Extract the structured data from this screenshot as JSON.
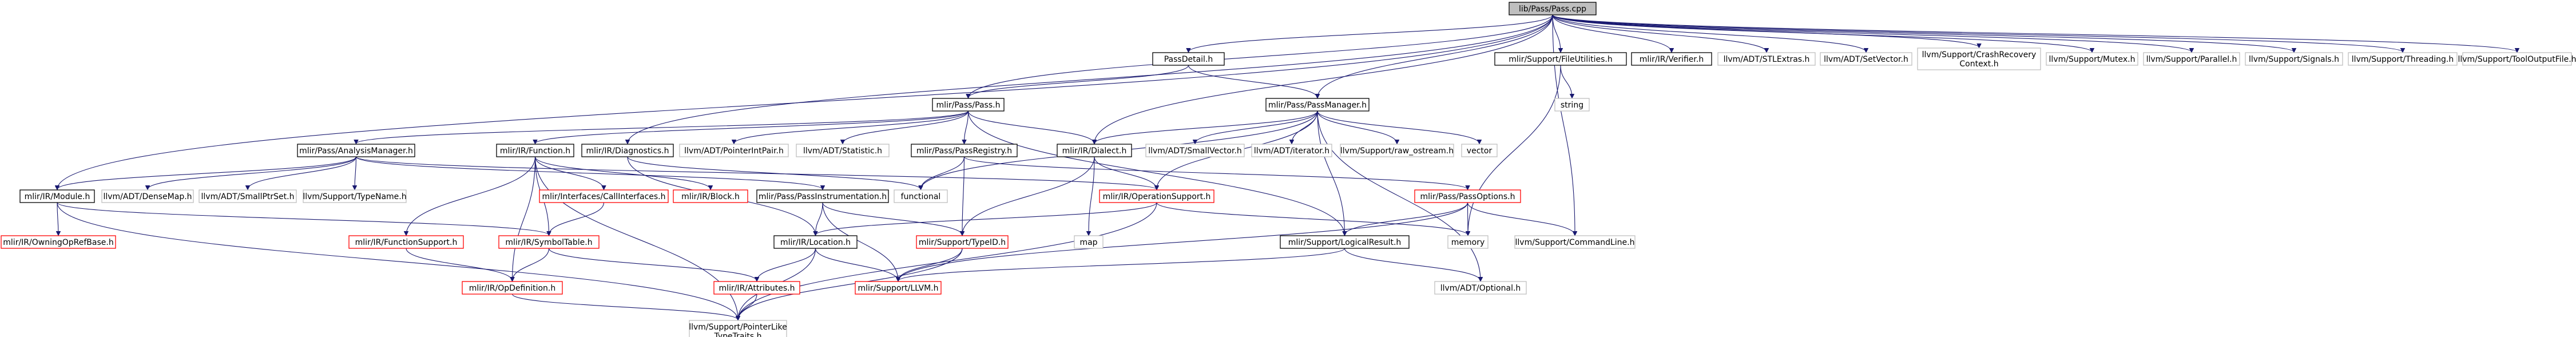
{
  "graph": {
    "colors": {
      "edge": "#191970",
      "root_fill": "#bfbfbf",
      "linked_border": "#000000",
      "external_border": "#bfbfbf",
      "truncated_border": "#ff0000"
    },
    "nodes": [
      {
        "id": "root",
        "label": "lib/Pass/Pass.cpp",
        "kind": "root"
      },
      {
        "id": "passdetail",
        "label": "PassDetail.h",
        "kind": "black"
      },
      {
        "id": "fileutilities",
        "label": "mlir/Support/FileUtilities.h",
        "kind": "black"
      },
      {
        "id": "verifier",
        "label": "mlir/IR/Verifier.h",
        "kind": "black"
      },
      {
        "id": "stlextras",
        "label": "llvm/ADT/STLExtras.h",
        "kind": "grey"
      },
      {
        "id": "setvector",
        "label": "llvm/ADT/SetVector.h",
        "kind": "grey"
      },
      {
        "id": "crashrecovery",
        "label": "llvm/Support/CrashRecovery\nContext.h",
        "kind": "grey"
      },
      {
        "id": "mutex",
        "label": "llvm/Support/Mutex.h",
        "kind": "grey"
      },
      {
        "id": "parallel",
        "label": "llvm/Support/Parallel.h",
        "kind": "grey"
      },
      {
        "id": "signals",
        "label": "llvm/Support/Signals.h",
        "kind": "grey"
      },
      {
        "id": "threading",
        "label": "llvm/Support/Threading.h",
        "kind": "grey"
      },
      {
        "id": "tooloutput",
        "label": "llvm/Support/ToolOutputFile.h",
        "kind": "grey"
      },
      {
        "id": "passh",
        "label": "mlir/Pass/Pass.h",
        "kind": "black"
      },
      {
        "id": "passmanager",
        "label": "mlir/Pass/PassManager.h",
        "kind": "black"
      },
      {
        "id": "string",
        "label": "string",
        "kind": "grey"
      },
      {
        "id": "analysismanager",
        "label": "mlir/Pass/AnalysisManager.h",
        "kind": "black"
      },
      {
        "id": "functionh",
        "label": "mlir/IR/Function.h",
        "kind": "black"
      },
      {
        "id": "diagnostics",
        "label": "mlir/IR/Diagnostics.h",
        "kind": "black"
      },
      {
        "id": "pointerintpair",
        "label": "llvm/ADT/PointerIntPair.h",
        "kind": "grey"
      },
      {
        "id": "statistic",
        "label": "llvm/ADT/Statistic.h",
        "kind": "grey"
      },
      {
        "id": "passregistry",
        "label": "mlir/Pass/PassRegistry.h",
        "kind": "black"
      },
      {
        "id": "dialect",
        "label": "mlir/IR/Dialect.h",
        "kind": "black"
      },
      {
        "id": "smallvector",
        "label": "llvm/ADT/SmallVector.h",
        "kind": "grey"
      },
      {
        "id": "iterator",
        "label": "llvm/ADT/iterator.h",
        "kind": "grey"
      },
      {
        "id": "rawostream",
        "label": "llvm/Support/raw_ostream.h",
        "kind": "grey"
      },
      {
        "id": "vector",
        "label": "vector",
        "kind": "grey"
      },
      {
        "id": "moduleh",
        "label": "mlir/IR/Module.h",
        "kind": "black"
      },
      {
        "id": "densemap",
        "label": "llvm/ADT/DenseMap.h",
        "kind": "grey"
      },
      {
        "id": "smallptrset",
        "label": "llvm/ADT/SmallPtrSet.h",
        "kind": "grey"
      },
      {
        "id": "typename",
        "label": "llvm/Support/TypeName.h",
        "kind": "grey"
      },
      {
        "id": "callinterfaces",
        "label": "mlir/Interfaces/CallInterfaces.h",
        "kind": "red"
      },
      {
        "id": "block",
        "label": "mlir/IR/Block.h",
        "kind": "red"
      },
      {
        "id": "passinstrumentation",
        "label": "mlir/Pass/PassInstrumentation.h",
        "kind": "black"
      },
      {
        "id": "functional",
        "label": "functional",
        "kind": "grey"
      },
      {
        "id": "map",
        "label": "map",
        "kind": "grey"
      },
      {
        "id": "operationsupport",
        "label": "mlir/IR/OperationSupport.h",
        "kind": "red"
      },
      {
        "id": "passoptions",
        "label": "mlir/Pass/PassOptions.h",
        "kind": "red"
      },
      {
        "id": "owningopref",
        "label": "mlir/IR/OwningOpRefBase.h",
        "kind": "red"
      },
      {
        "id": "functionsupport",
        "label": "mlir/IR/FunctionSupport.h",
        "kind": "red"
      },
      {
        "id": "symboltable",
        "label": "mlir/IR/SymbolTable.h",
        "kind": "red"
      },
      {
        "id": "location",
        "label": "mlir/IR/Location.h",
        "kind": "black"
      },
      {
        "id": "typeid",
        "label": "mlir/Support/TypeID.h",
        "kind": "red"
      },
      {
        "id": "logicalresult",
        "label": "mlir/Support/LogicalResult.h",
        "kind": "black"
      },
      {
        "id": "memory",
        "label": "memory",
        "kind": "grey"
      },
      {
        "id": "commandline",
        "label": "llvm/Support/CommandLine.h",
        "kind": "grey"
      },
      {
        "id": "opdefinition",
        "label": "mlir/IR/OpDefinition.h",
        "kind": "red"
      },
      {
        "id": "attributes",
        "label": "mlir/IR/Attributes.h",
        "kind": "red"
      },
      {
        "id": "llvmh",
        "label": "mlir/Support/LLVM.h",
        "kind": "red"
      },
      {
        "id": "optional",
        "label": "llvm/ADT/Optional.h",
        "kind": "grey"
      },
      {
        "id": "pointerliketypetraits",
        "label": "llvm/Support/PointerLike\nTypeTraits.h",
        "kind": "grey"
      }
    ],
    "edges": [
      [
        "root",
        "passdetail"
      ],
      [
        "root",
        "fileutilities"
      ],
      [
        "root",
        "verifier"
      ],
      [
        "root",
        "stlextras"
      ],
      [
        "root",
        "setvector"
      ],
      [
        "root",
        "crashrecovery"
      ],
      [
        "root",
        "mutex"
      ],
      [
        "root",
        "parallel"
      ],
      [
        "root",
        "signals"
      ],
      [
        "root",
        "threading"
      ],
      [
        "root",
        "tooloutput"
      ],
      [
        "root",
        "passh"
      ],
      [
        "root",
        "passmanager"
      ],
      [
        "root",
        "dialect"
      ],
      [
        "root",
        "moduleh"
      ],
      [
        "root",
        "diagnostics"
      ],
      [
        "root",
        "commandline"
      ],
      [
        "passdetail",
        "passh"
      ],
      [
        "passdetail",
        "passmanager"
      ],
      [
        "fileutilities",
        "string"
      ],
      [
        "fileutilities",
        "memory"
      ],
      [
        "passh",
        "analysismanager"
      ],
      [
        "passh",
        "functionh"
      ],
      [
        "passh",
        "pointerintpair"
      ],
      [
        "passh",
        "statistic"
      ],
      [
        "passh",
        "passregistry"
      ],
      [
        "passh",
        "dialect"
      ],
      [
        "passh",
        "logicalresult"
      ],
      [
        "passmanager",
        "dialect"
      ],
      [
        "passmanager",
        "smallvector"
      ],
      [
        "passmanager",
        "iterator"
      ],
      [
        "passmanager",
        "rawostream"
      ],
      [
        "passmanager",
        "vector"
      ],
      [
        "passmanager",
        "functional"
      ],
      [
        "passmanager",
        "operationsupport"
      ],
      [
        "passmanager",
        "optional"
      ],
      [
        "passmanager",
        "logicalresult"
      ],
      [
        "analysismanager",
        "moduleh"
      ],
      [
        "analysismanager",
        "densemap"
      ],
      [
        "analysismanager",
        "smallptrset"
      ],
      [
        "analysismanager",
        "typename"
      ],
      [
        "analysismanager",
        "passinstrumentation"
      ],
      [
        "analysismanager",
        "operationsupport"
      ],
      [
        "functionh",
        "callinterfaces"
      ],
      [
        "functionh",
        "block"
      ],
      [
        "functionh",
        "functionsupport"
      ],
      [
        "functionh",
        "symboltable"
      ],
      [
        "functionh",
        "opdefinition"
      ],
      [
        "functionh",
        "pointerliketypetraits"
      ],
      [
        "diagnostics",
        "location"
      ],
      [
        "diagnostics",
        "functional"
      ],
      [
        "passregistry",
        "passoptions"
      ],
      [
        "passregistry",
        "typeid"
      ],
      [
        "passregistry",
        "functional"
      ],
      [
        "dialect",
        "map"
      ],
      [
        "dialect",
        "operationsupport"
      ],
      [
        "dialect",
        "typeid"
      ],
      [
        "moduleh",
        "owningopref"
      ],
      [
        "moduleh",
        "symboltable"
      ],
      [
        "moduleh",
        "pointerliketypetraits"
      ],
      [
        "callinterfaces",
        "symboltable"
      ],
      [
        "passinstrumentation",
        "location"
      ],
      [
        "passinstrumentation",
        "typeid"
      ],
      [
        "passinstrumentation",
        "llvmh"
      ],
      [
        "operationsupport",
        "location"
      ],
      [
        "operationsupport",
        "memory"
      ],
      [
        "operationsupport",
        "pointerliketypetraits"
      ],
      [
        "passoptions",
        "logicalresult"
      ],
      [
        "passoptions",
        "memory"
      ],
      [
        "passoptions",
        "commandline"
      ],
      [
        "passoptions",
        "llvmh"
      ],
      [
        "functionsupport",
        "opdefinition"
      ],
      [
        "symboltable",
        "opdefinition"
      ],
      [
        "symboltable",
        "attributes"
      ],
      [
        "location",
        "attributes"
      ],
      [
        "location",
        "llvmh"
      ],
      [
        "location",
        "pointerliketypetraits"
      ],
      [
        "typeid",
        "llvmh"
      ],
      [
        "typeid",
        "pointerliketypetraits"
      ],
      [
        "logicalresult",
        "optional"
      ],
      [
        "logicalresult",
        "llvmh"
      ],
      [
        "opdefinition",
        "pointerliketypetraits"
      ],
      [
        "attributes",
        "pointerliketypetraits"
      ]
    ]
  }
}
